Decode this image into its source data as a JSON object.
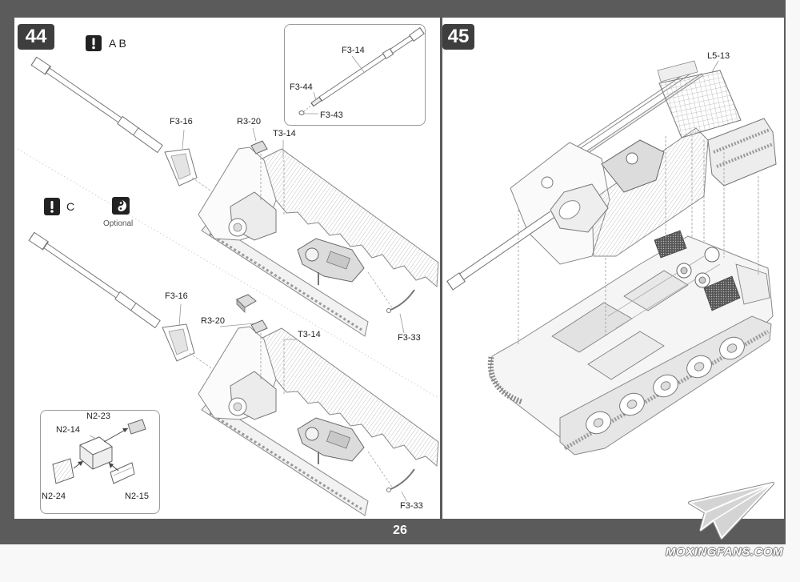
{
  "step44": {
    "number": "44",
    "note_ab": {
      "icon": "exclamation-icon",
      "text": "A B"
    },
    "note_c": {
      "icon": "exclamation-icon",
      "text": "C"
    },
    "optional": {
      "icon": "optional-icon",
      "text": "Optional"
    },
    "barrel_detail_parts": [
      "F3-14",
      "F3-44",
      "F3-43"
    ],
    "assembly_ab_parts": [
      "F3-16",
      "R3-20",
      "T3-14",
      "F3-33"
    ],
    "assembly_c_parts": [
      "F3-16",
      "R3-20",
      "T3-14",
      "F3-33"
    ],
    "n2_detail_parts": [
      "N2-23",
      "N2-14",
      "N2-24",
      "N2-15"
    ]
  },
  "step45": {
    "number": "45",
    "parts": [
      "L5-13"
    ]
  },
  "footer": {
    "page_number": "26"
  },
  "watermark": {
    "text": "MOXINGFANS.COM",
    "icon": "paper-plane-icon"
  },
  "colors": {
    "frame": "#5b5b5b",
    "step_badge": "#3e3e3e",
    "line_art": "#808080",
    "panel": "#ffffff"
  }
}
